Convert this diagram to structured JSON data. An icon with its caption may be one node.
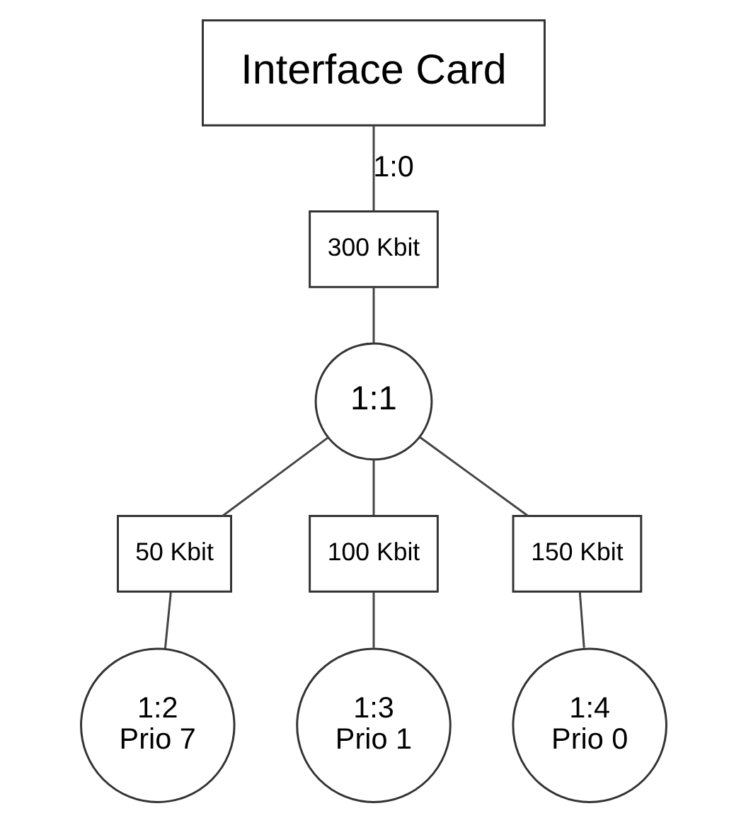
{
  "diagram": {
    "nodes": [
      {
        "text": [
          "Interface Card"
        ]
      },
      {
        "text": [
          "300 Kbit"
        ]
      },
      {
        "text": [
          "1:1"
        ]
      },
      {
        "text": [
          "50 Kbit"
        ]
      },
      {
        "text": [
          "100 Kbit"
        ]
      },
      {
        "text": [
          "150 Kbit"
        ]
      },
      {
        "text": [
          "1:2",
          "Prio 7"
        ]
      },
      {
        "text": [
          "1:3",
          "Prio 1"
        ]
      },
      {
        "text": [
          "1:4",
          "Prio 0"
        ]
      }
    ],
    "edges": [
      {
        "from": 0,
        "to": 1,
        "arrow": "none",
        "label": "1:0"
      },
      {
        "from": 1,
        "to": 2,
        "arrow": "none"
      },
      {
        "from": 2,
        "to": 3,
        "arrow": "none"
      },
      {
        "from": 2,
        "to": 4,
        "arrow": "none"
      },
      {
        "from": 2,
        "to": 5,
        "arrow": "none"
      },
      {
        "from": 3,
        "to": 6,
        "arrow": "none"
      },
      {
        "from": 4,
        "to": 7,
        "arrow": "none"
      },
      {
        "from": 5,
        "to": 8,
        "arrow": "none"
      }
    ]
  }
}
